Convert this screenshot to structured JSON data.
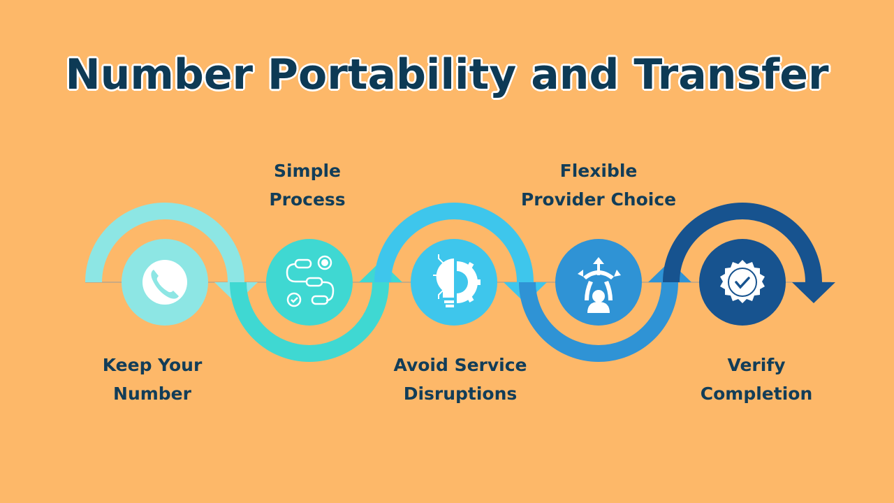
{
  "title": "Number Portability and Transfer",
  "steps": [
    {
      "line1": "Keep Your",
      "line2": "Number",
      "icon": "phone-icon",
      "color": "#8de6e4",
      "position": "below"
    },
    {
      "line1": "Simple",
      "line2": "Process",
      "icon": "process-flow-icon",
      "color": "#3fd8d2",
      "position": "above"
    },
    {
      "line1": "Avoid Service",
      "line2": "Disruptions",
      "icon": "bulb-gear-icon",
      "color": "#3ec6ec",
      "position": "below"
    },
    {
      "line1": "Flexible",
      "line2": "Provider Choice",
      "icon": "choice-arrows-icon",
      "color": "#2f93d5",
      "position": "above"
    },
    {
      "line1": "Verify",
      "line2": "Completion",
      "icon": "check-badge-icon",
      "color": "#17538f",
      "position": "below"
    }
  ]
}
